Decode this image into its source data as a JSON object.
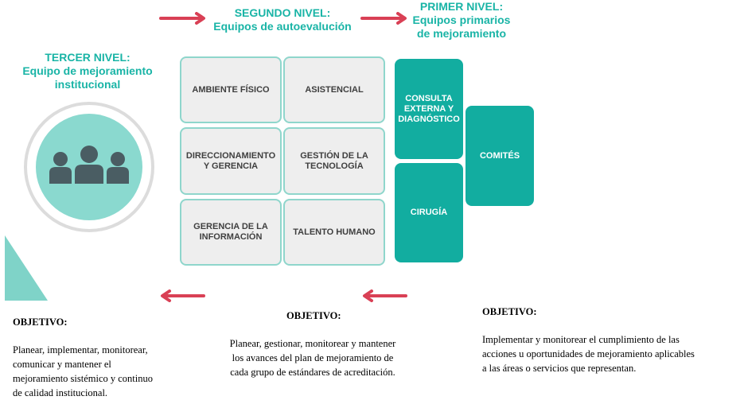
{
  "segundo_nivel": {
    "title": "SEGUNDO NIVEL:",
    "subtitle": "Equipos de autoevalución"
  },
  "primer_nivel": {
    "title": "PRIMER NIVEL:",
    "subtitle_line1": "Equipos primarios",
    "subtitle_line2": "de mejoramiento"
  },
  "tercer_nivel": {
    "title": "TERCER NIVEL:",
    "subtitle_line1": "Equipo de mejoramiento",
    "subtitle_line2": "institucional"
  },
  "grid": {
    "ambiente": "AMBIENTE FÍSICO",
    "asistencial": "ASISTENCIAL",
    "direccionamiento_1": "DIRECCIONAMIENTO",
    "direccionamiento_2": "Y GERENCIA",
    "gestion_1": "GESTIÓN DE LA",
    "gestion_2": "TECNOLOGÍA",
    "gerencia_1": "GERENCIA DE LA",
    "gerencia_2": "INFORMACIÓN",
    "talento": "TALENTO HUMANO"
  },
  "teal": {
    "consulta_1": "CONSULTA",
    "consulta_2": "EXTERNA Y",
    "consulta_3": "DIAGNÓSTICO",
    "cirugia": "CIRUGÍA",
    "comites": "COMITÉS"
  },
  "objetivos": {
    "left": {
      "title": "OBJETIVO:",
      "lines": [
        "Planear, implementar, monitorear,",
        "comunicar y mantener el",
        "mejoramiento sistémico y continuo",
        "de calidad institucional."
      ]
    },
    "middle": {
      "title": "OBJETIVO:",
      "lines": [
        "Planear, gestionar, monitorear y mantener",
        "los avances del plan de mejoramiento de",
        "cada grupo de estándares de acreditación."
      ]
    },
    "right": {
      "title": "OBJETIVO:",
      "lines": [
        "Implementar y monitorear el cumplimiento de las",
        "acciones u oportunidades de mejoramiento aplicables",
        "a las áreas o servicios que representan."
      ]
    }
  },
  "colors": {
    "teal": "#12ada0",
    "teal_light": "#8fd6cc",
    "arrow_red": "#d94055",
    "gray_box": "#eeeeee"
  },
  "icons": [
    "people-group-icon",
    "arrow-right-icon",
    "arrow-left-icon"
  ]
}
